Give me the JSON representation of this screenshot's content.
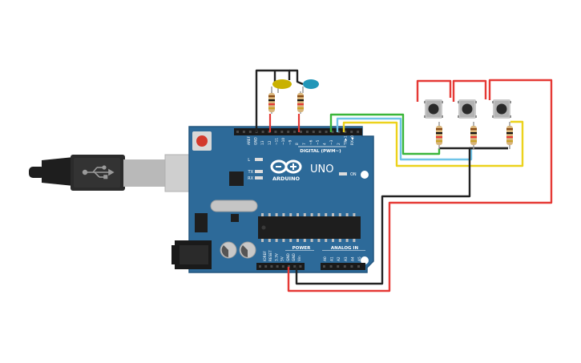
{
  "board": {
    "brand": "ARDUINO",
    "model": "UNO",
    "digital_label": "DIGITAL (PWM~)",
    "power_label": "POWER",
    "analog_label": "ANALOG IN",
    "on_label": "ON",
    "l_label": "L",
    "tx_label": "TX",
    "rx_label": "RX",
    "reset_label": "RESET",
    "digital_pins": [
      "AREF",
      "GND",
      "13",
      "12",
      "~11",
      "~10",
      "~9",
      "8",
      "7",
      "~6",
      "~5",
      "4",
      "~3",
      "2",
      "TX▶1",
      "RX◀0"
    ],
    "power_pins": [
      "IOREF",
      "RESET",
      "3.3V",
      "5V",
      "GND",
      "GND",
      "Vin"
    ],
    "analog_pins": [
      "A0",
      "A1",
      "A2",
      "A3",
      "A4",
      "A5"
    ]
  },
  "components": {
    "leds": [
      {
        "name": "yellow-led",
        "color": "#c9b100"
      },
      {
        "name": "blue-led",
        "color": "#2196b8"
      }
    ],
    "buttons_count": 3,
    "resistors_count": 5
  },
  "colors": {
    "board": "#2d6a99",
    "board_edge": "#24567f",
    "wire_red": "#e53935",
    "wire_black": "#222222",
    "wire_green": "#3ab63a",
    "wire_blue": "#6fc4e8",
    "wire_yellow": "#ecd21c"
  }
}
